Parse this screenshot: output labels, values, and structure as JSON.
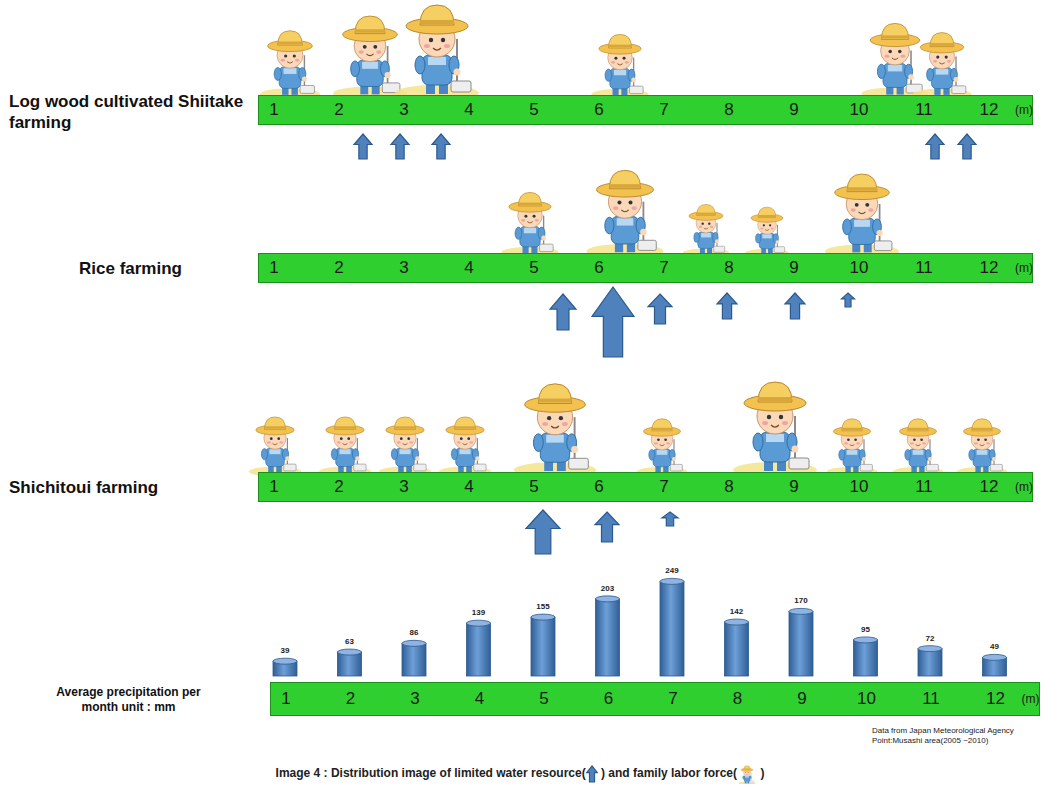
{
  "diagram": {
    "caption": "Image 4 : Distribution image of limited water resource( ) and family labor force( )",
    "nodes": [
      {
        "text": [
          "Log wood cultivated Shiitake farming",
          "1",
          "2",
          "3",
          "4",
          "5",
          "6",
          "7",
          "8",
          "9",
          "10",
          "11",
          "12",
          "(m)"
        ]
      },
      {
        "text": [
          "Rice farming",
          "1",
          "2",
          "3",
          "4",
          "5",
          "6",
          "7",
          "8",
          "9",
          "10",
          "11",
          "12",
          "(m)"
        ]
      },
      {
        "text": [
          "Shichitoui farming",
          "1",
          "2",
          "3",
          "4",
          "5",
          "6",
          "7",
          "8",
          "9",
          "10",
          "11",
          "12",
          "(m)"
        ]
      },
      {
        "text": [
          "Average precipitation per month unit : mm",
          "1",
          "2",
          "3",
          "4",
          "5",
          "6",
          "7",
          "8",
          "9",
          "10",
          "11",
          "12",
          "(m)"
        ]
      }
    ],
    "labels": [
      "39",
      "63",
      "86",
      "139",
      "155",
      "203",
      "249",
      "142",
      "170",
      "95",
      "72",
      "49",
      "Data from Japan Meteorological Agency Point:Musashi area(2005 ~2010)"
    ]
  }
}
